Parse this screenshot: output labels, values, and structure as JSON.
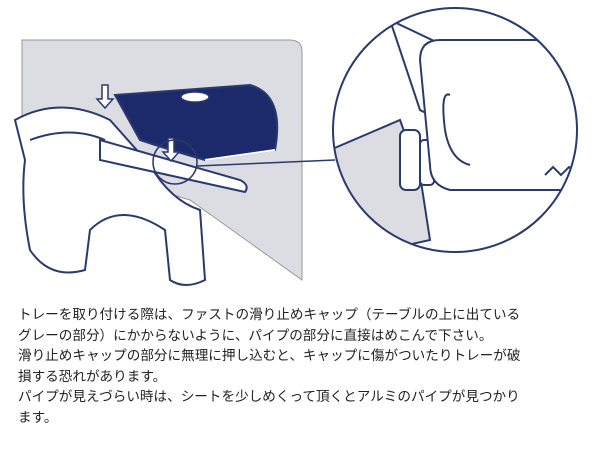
{
  "caption": {
    "lines": [
      "トレーを取り付ける際は、ファストの滑り止めキャップ（テーブルの上に出ている",
      "グレーの部分）にかからないように、パイプの部分に直接はめこんで下さい。",
      "滑り止めキャップの部分に無理に押し込むと、キャップに傷がついたりトレーが破",
      "損する恐れがあります。",
      "パイプが見えづらい時は、シートを少しめくって頂くとアルミのパイプが見つかり",
      "ます。"
    ]
  },
  "colors": {
    "tray": "#1c2a6b",
    "table": "#dcdde3",
    "outline": "#2a3a6e"
  }
}
